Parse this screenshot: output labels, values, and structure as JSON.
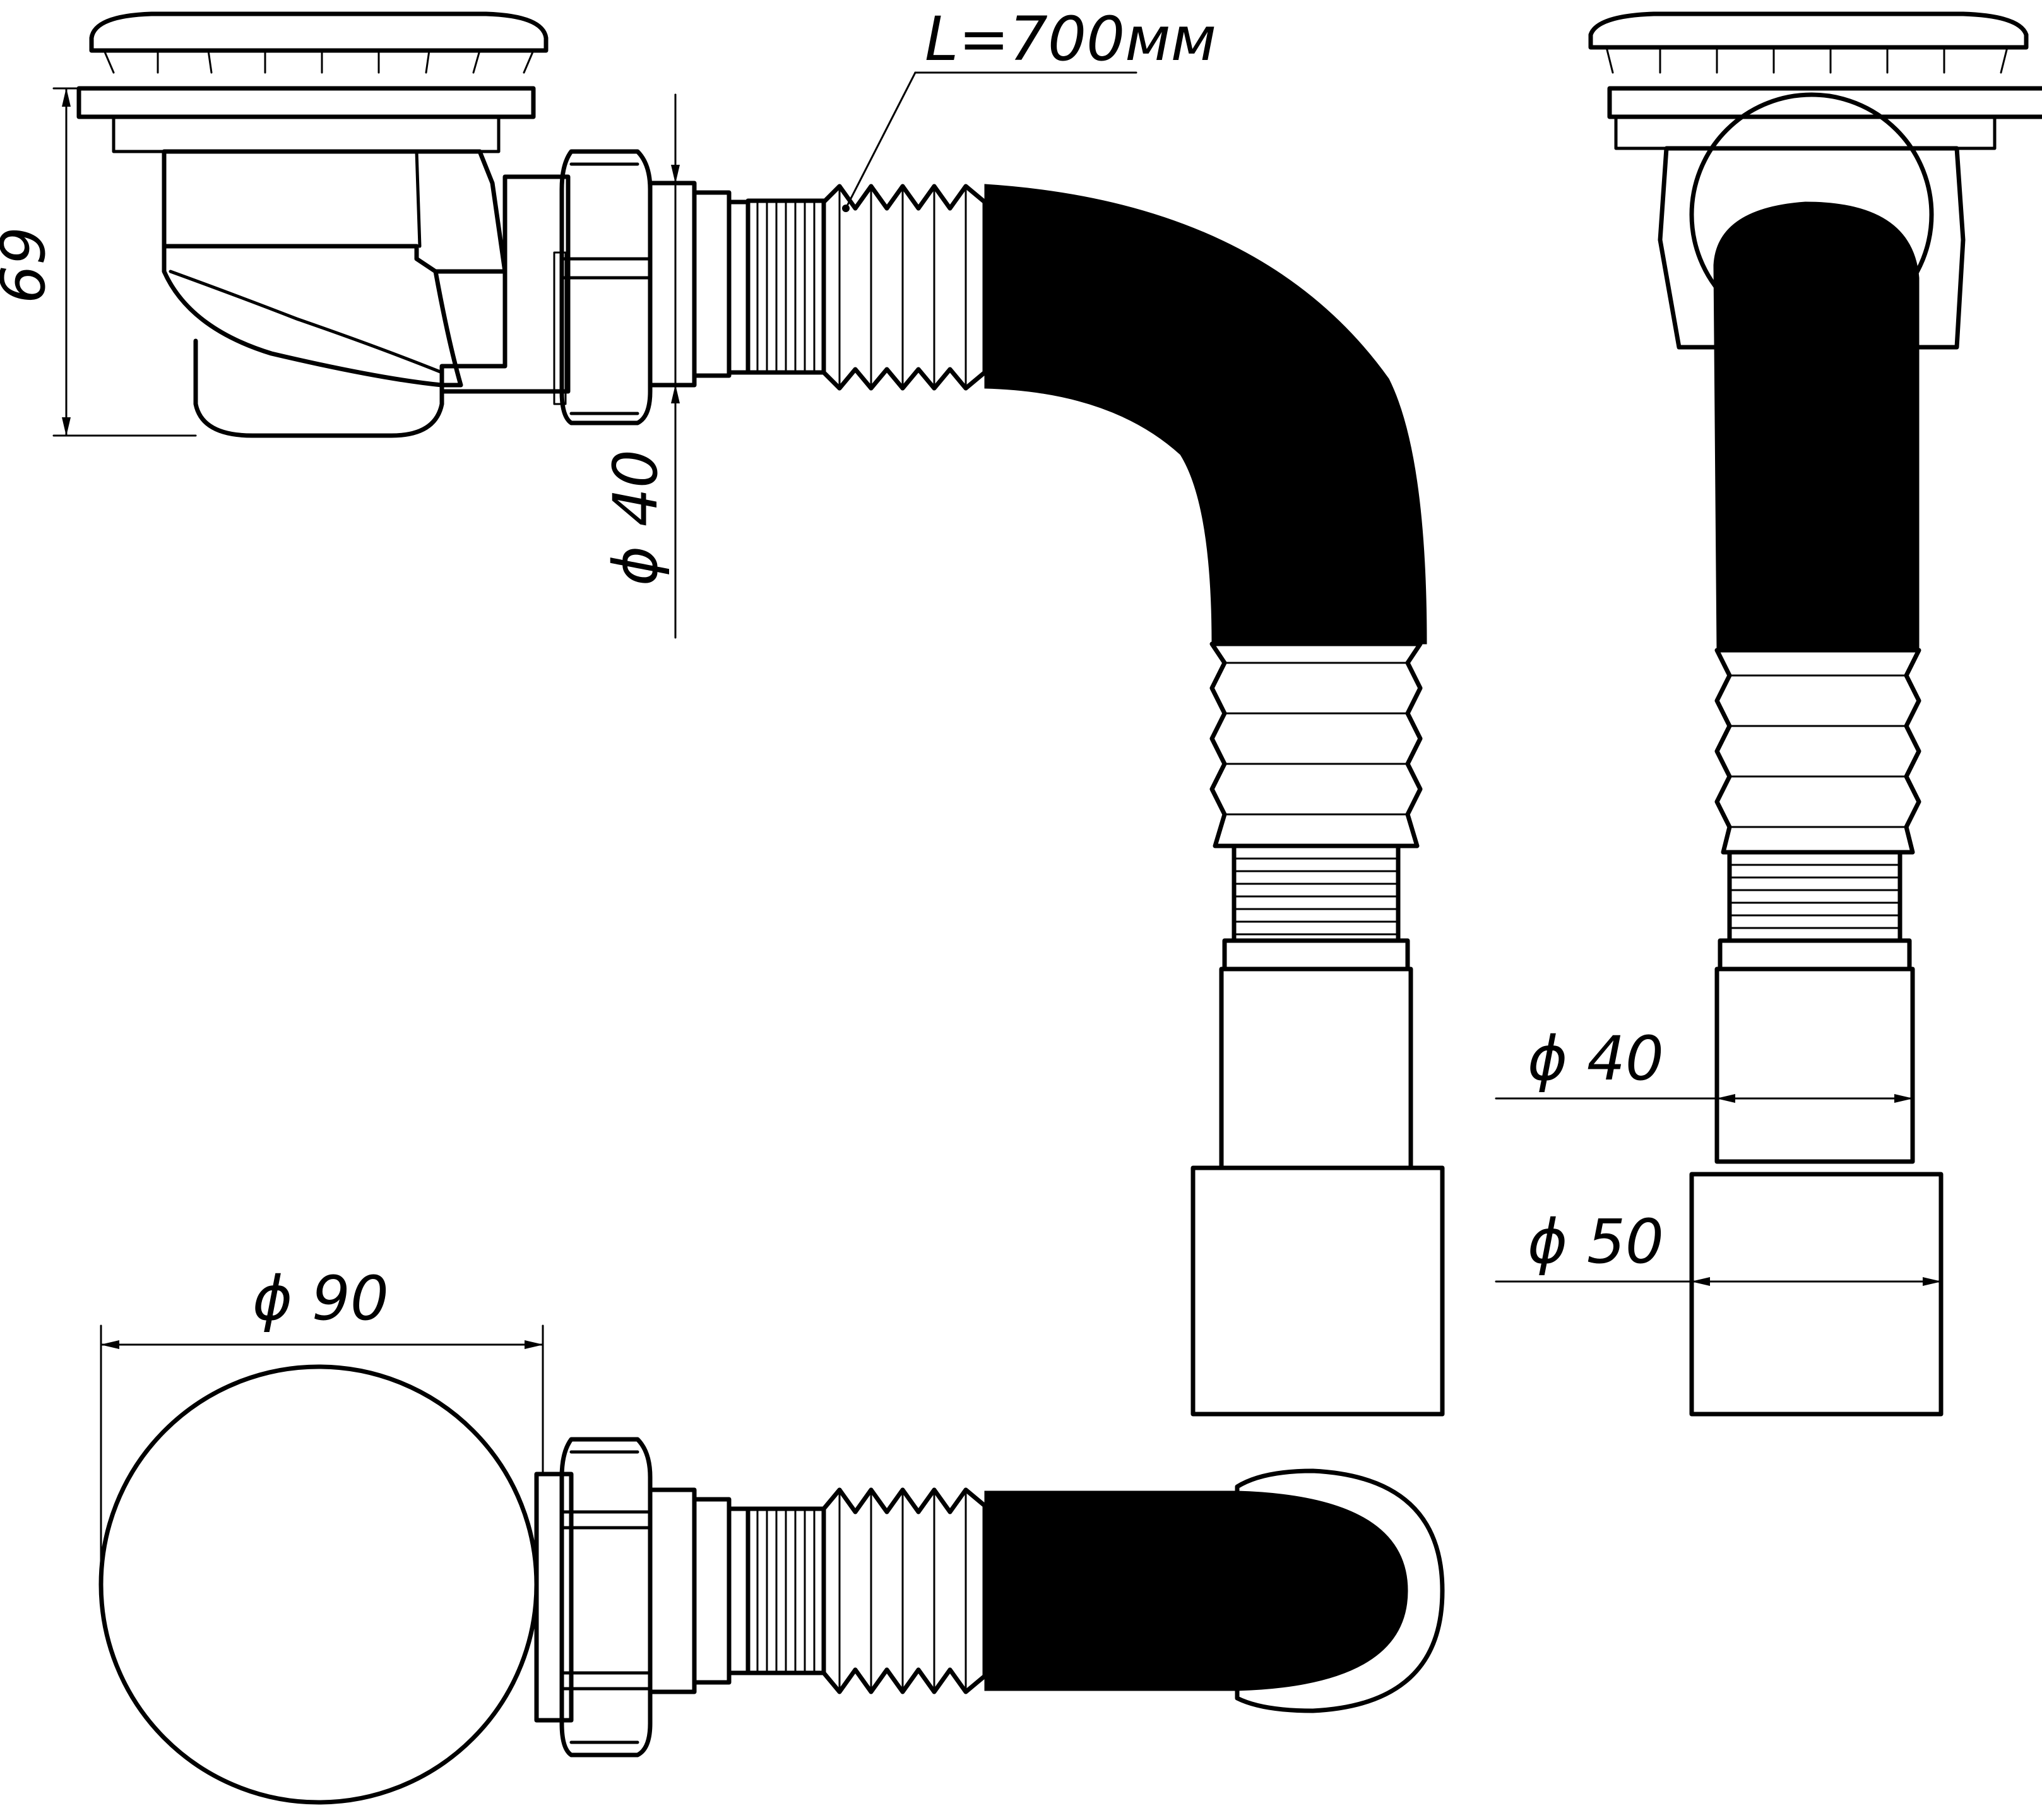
{
  "dimensions": {
    "height_label": "69",
    "inlet_diameter_label": "ϕ 40",
    "hose_length_label": "L=700мм",
    "outlet_inner_diameter_label": "ϕ 40",
    "outlet_outer_diameter_label": "ϕ 50",
    "grate_diameter_label": "ϕ 90"
  },
  "colors": {
    "line": "#000000",
    "background": "#ffffff",
    "hose_fill": "#000000"
  }
}
